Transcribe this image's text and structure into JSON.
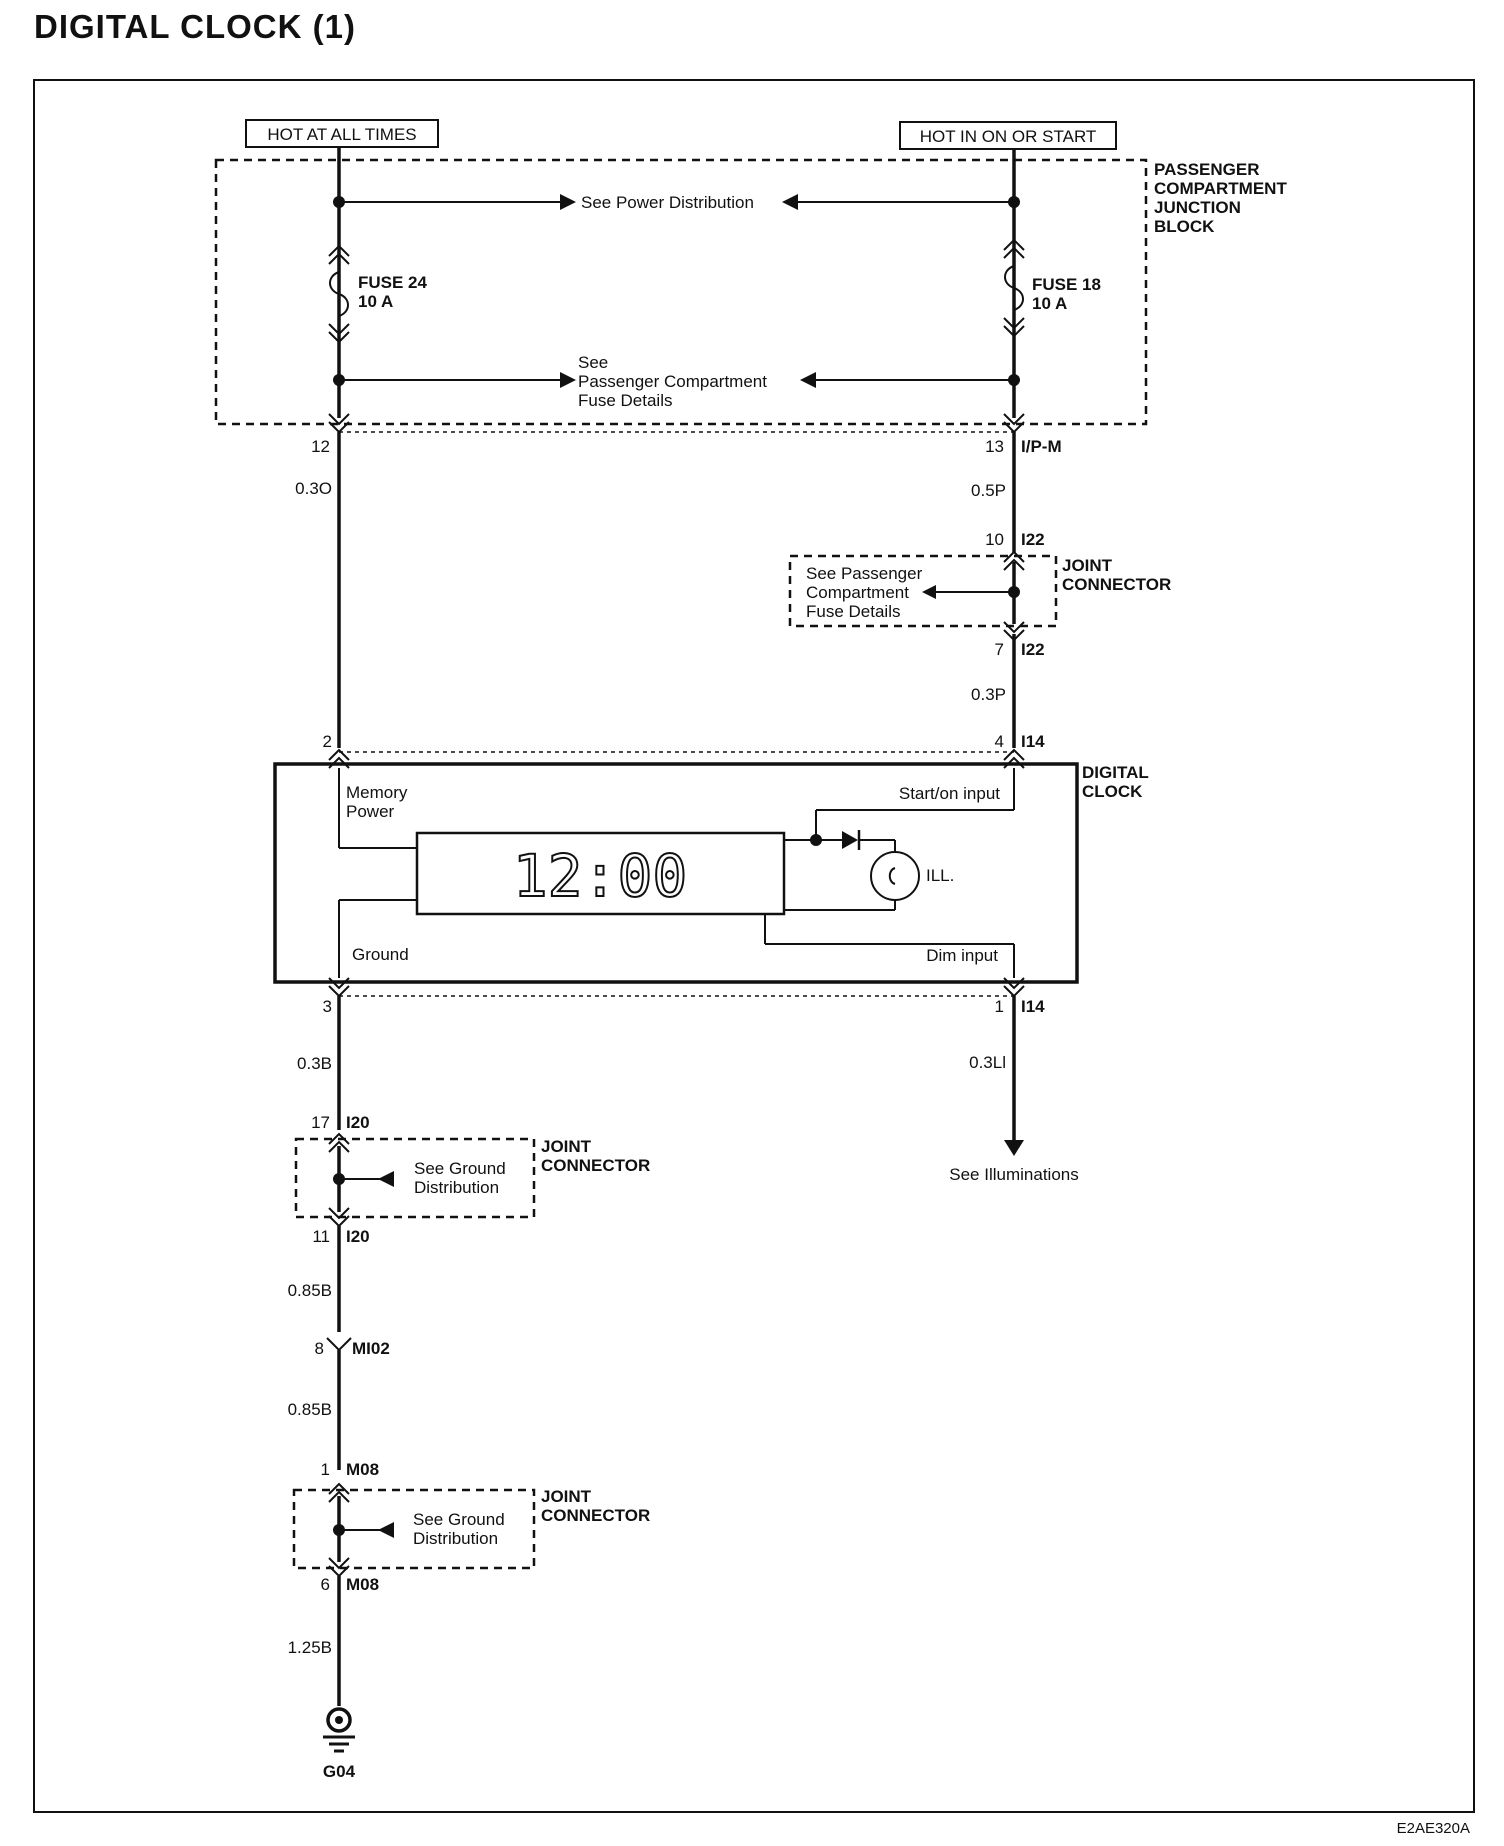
{
  "title": "DIGITAL CLOCK (1)",
  "diagram_code": "E2AE320A",
  "power": {
    "hot_at_all_times": "HOT AT ALL TIMES",
    "hot_in_on_or_start": "HOT IN ON OR START"
  },
  "junction_block": {
    "name_lines": [
      "PASSENGER",
      "COMPARTMENT",
      "JUNCTION",
      "BLOCK"
    ],
    "see_power_distribution": "See Power Distribution",
    "see_fuse_details_lines": [
      "See",
      "Passenger Compartment",
      "Fuse Details"
    ],
    "fuse_left": {
      "name": "FUSE 24",
      "rating": "10 A"
    },
    "fuse_right": {
      "name": "FUSE 18",
      "rating": "10 A"
    }
  },
  "pins": {
    "jb_left": "12",
    "jb_right": "13",
    "jb_connector": "I/P-M",
    "jc1_in": "10",
    "jc1_out": "7",
    "jc1_connector": "I22",
    "clock_pin_memory": "2",
    "clock_pin_start": "4",
    "clock_pin_ground": "3",
    "clock_pin_dim": "1",
    "clock_connector": "I14",
    "jc2_in": "17",
    "jc2_out": "11",
    "jc2_connector": "I20",
    "splice_pin": "8",
    "splice_connector": "MI02",
    "jc3_in": "1",
    "jc3_out": "6",
    "jc3_connector": "M08"
  },
  "wires": {
    "w_left_top": "0.3O",
    "w_right_top": "0.5P",
    "w_right_mid": "0.3P",
    "w_ground_1": "0.3B",
    "w_dim": "0.3Ll",
    "w_ground_2": "0.85B",
    "w_ground_3": "0.85B",
    "w_ground_4": "1.25B"
  },
  "joint_connector_label_lines": [
    "JOINT",
    "CONNECTOR"
  ],
  "jc1_note_lines": [
    "See Passenger",
    "Compartment",
    "Fuse Details"
  ],
  "see_ground_distribution_lines": [
    "See Ground",
    "Distribution"
  ],
  "clock": {
    "name_lines": [
      "DIGITAL",
      "CLOCK"
    ],
    "memory_power_lines": [
      "Memory",
      "Power"
    ],
    "start_on_input": "Start/on input",
    "ground": "Ground",
    "dim_input": "Dim input",
    "display": "12:00",
    "illumination": "ILL."
  },
  "see_illuminations": "See Illuminations",
  "ground_point": "G04"
}
